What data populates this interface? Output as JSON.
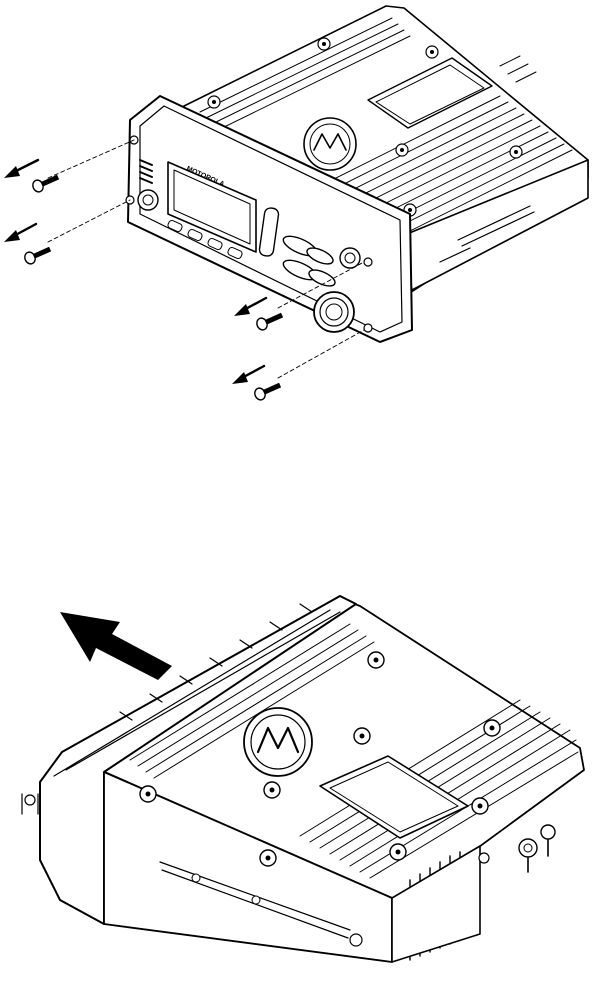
{
  "figure": {
    "steps": [
      {
        "id": "step-1",
        "action": "remove-four-front-screws",
        "arrow_icon": "arrow-left-icon",
        "screw_count": 4
      },
      {
        "id": "step-2",
        "action": "slide-radio-out",
        "arrow_icon": "large-arrow-icon"
      }
    ],
    "brand_text": "MOTOROLA",
    "logo_icon": "batwing-logo-icon",
    "colors": {
      "ink": "#000000",
      "paper": "#ffffff",
      "shade": "#d9d9d9"
    }
  }
}
